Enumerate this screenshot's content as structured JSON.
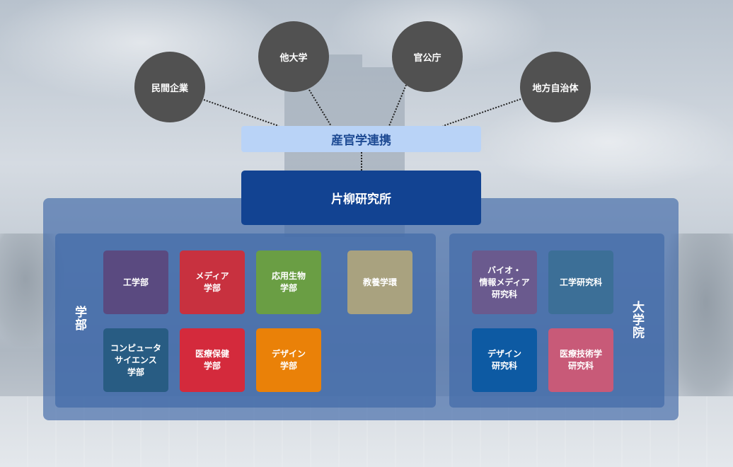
{
  "partners": [
    {
      "label": "民間企業"
    },
    {
      "label": "他大学"
    },
    {
      "label": "官公庁"
    },
    {
      "label": "地方自治体"
    }
  ],
  "collaboration": {
    "label": "産官学連携"
  },
  "institute": {
    "label": "片柳研究所"
  },
  "faculties": {
    "title": "学部",
    "items": [
      {
        "label": "工学部",
        "color": "#5a4a80"
      },
      {
        "label": "メディア\n学部",
        "color": "#c8313f"
      },
      {
        "label": "応用生物\n学部",
        "color": "#6a9e44"
      },
      {
        "label": "教養学環",
        "color": "#a9a27f"
      },
      {
        "label": "コンピュータ\nサイエンス\n学部",
        "color": "#285c83"
      },
      {
        "label": "医療保健\n学部",
        "color": "#d42a3c"
      },
      {
        "label": "デザイン\n学部",
        "color": "#ea8108"
      }
    ]
  },
  "graduate": {
    "title": "大学院",
    "items": [
      {
        "label": "バイオ・\n情報メディア\n研究科",
        "color": "#6a5a8e"
      },
      {
        "label": "工学研究科",
        "color": "#3c6f97"
      },
      {
        "label": "デザイン\n研究科",
        "color": "#0d5aa3"
      },
      {
        "label": "医療技術学\n研究科",
        "color": "#c85a78"
      }
    ]
  }
}
